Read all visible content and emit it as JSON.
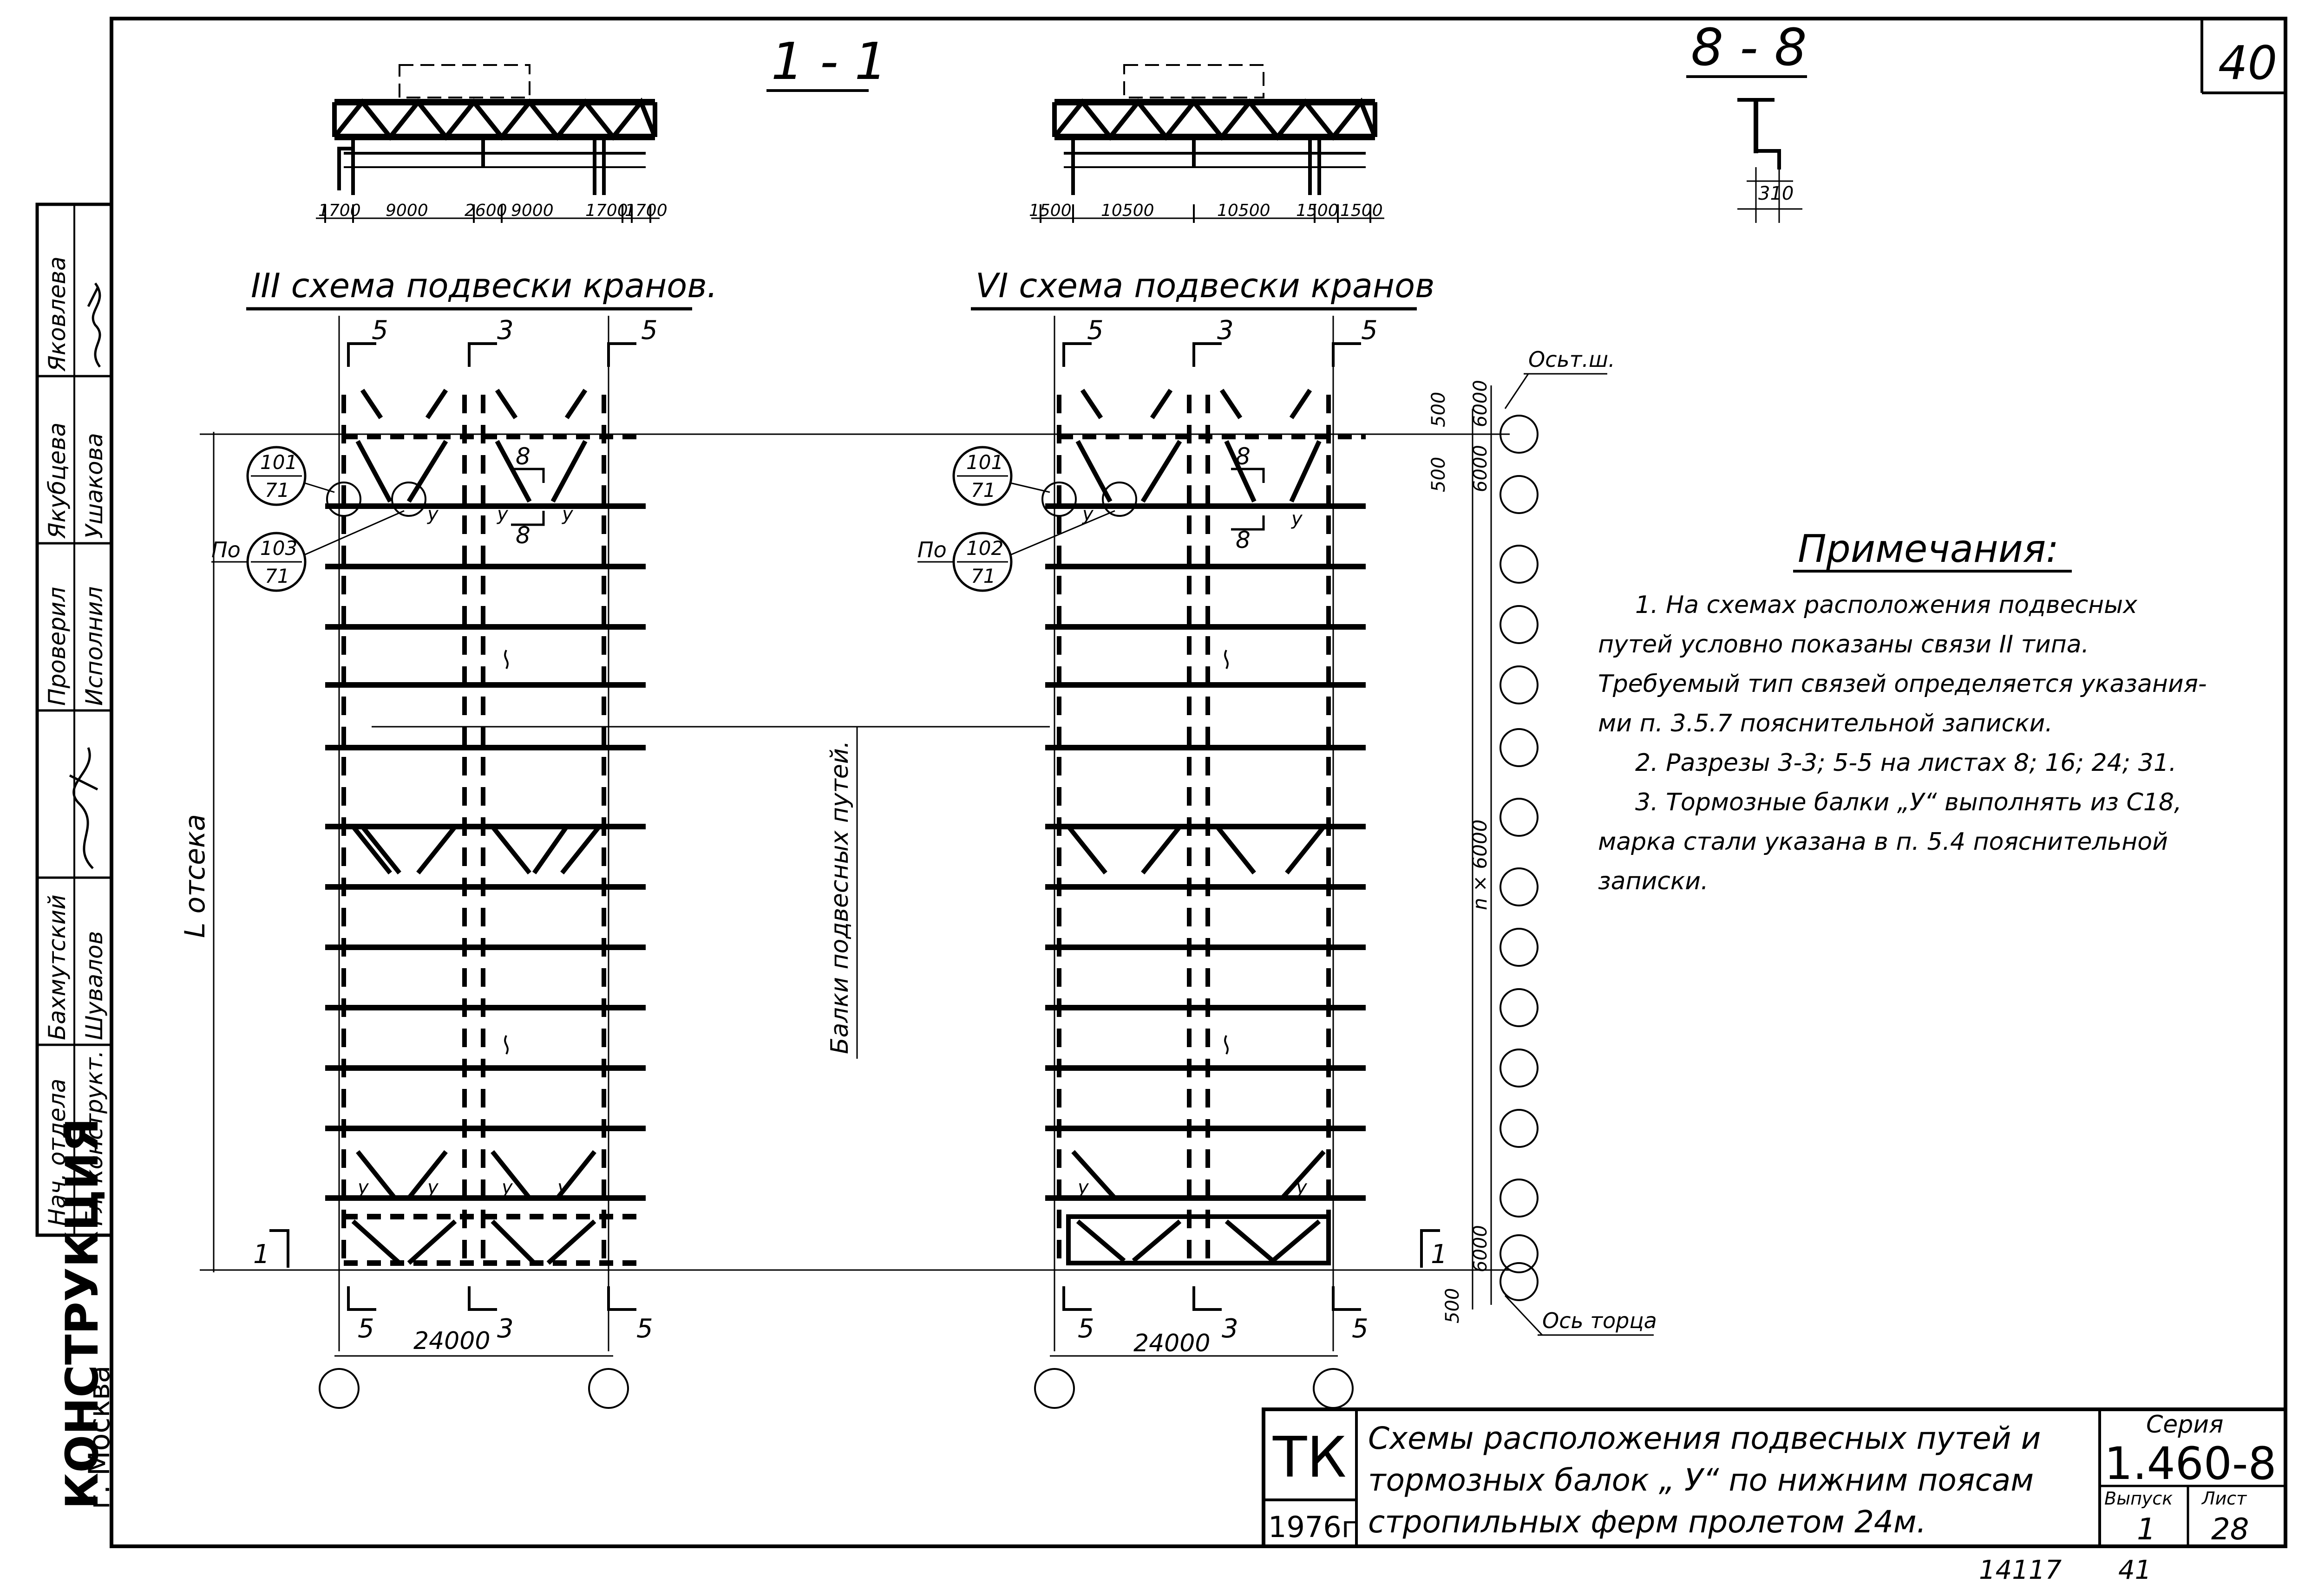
{
  "sheet_number": "40",
  "section_1_1": "1 - 1",
  "section_8_8": "8 - 8",
  "section_8_8_dim": "310",
  "scheme_left": {
    "title": "III схема подвески кранов.",
    "dims": [
      "1700",
      "9000",
      "2600",
      "9000",
      "1700",
      "1700"
    ],
    "span_dim": "24000",
    "callout_top_1": "101",
    "callout_bottom_1": "71",
    "callout_prefix": "По",
    "callout_top_2": "103",
    "callout_bottom_2": "71"
  },
  "scheme_right": {
    "title": "VI схема подвески кранов",
    "dims": [
      "1500",
      "10500",
      "10500",
      "1500",
      "1500"
    ],
    "span_dim": "24000",
    "callout_top_1": "101",
    "callout_bottom_1": "71",
    "callout_prefix": "По",
    "callout_top_2": "102",
    "callout_bottom_2": "71"
  },
  "labels": {
    "cut_5": "5",
    "cut_3": "3",
    "cut_8": "8",
    "cut_1": "1",
    "beam_y": "у",
    "bay_length": "L отсека",
    "beams": "Балки подвесных путей.",
    "axis_ts": "Осьт.ш.",
    "axis_end": "Ось торца",
    "dim_500": "500",
    "dim_6000": "6000",
    "dim_n6000": "n × 6000"
  },
  "notes": {
    "title": "Примечания:",
    "lines": [
      "1.    На схемах расположения подвесных",
      "путей условно показаны связи II типа.",
      "Требуемый тип связей определяется указания-",
      "ми п. 3.5.7 пояснительной записки.",
      "2.    Разрезы 3-3; 5-5 на листах 8; 16; 24; 31.",
      "3.    Тормозные балки „У“ выполнять из С18,",
      "марка стали указана в п. 5.4 пояснительной",
      "записки."
    ]
  },
  "stamp": {
    "org_code": "ТК",
    "year": "1976г",
    "title_line1": "Схемы расположения подвесных путей и",
    "title_line2": "тормозных балок „ У“ по нижним поясам",
    "title_line3": "стропильных ферм пролетом 24м.",
    "series_label": "Серия",
    "series_value": "1.460-8",
    "issue_label": "Выпуск",
    "issue_value": "1",
    "sheet_label": "Лист",
    "sheet_value": "28"
  },
  "side_block": {
    "rows": [
      {
        "role": "Нач. отдела",
        "name": "Гл. конструкт."
      },
      {
        "role": "Бахмутский",
        "name": "Шувалов"
      },
      {
        "role": "",
        "name": ""
      },
      {
        "role": "Проверил",
        "name": "Исполнил"
      },
      {
        "role": "Якубцева",
        "name": "Ушакова"
      },
      {
        "role": "Яковлева",
        "name": ""
      }
    ],
    "org": "КОНСТРУКЦИЯ",
    "city": "г. Москва"
  },
  "footer": {
    "number_1": "14117",
    "number_2": "41"
  }
}
